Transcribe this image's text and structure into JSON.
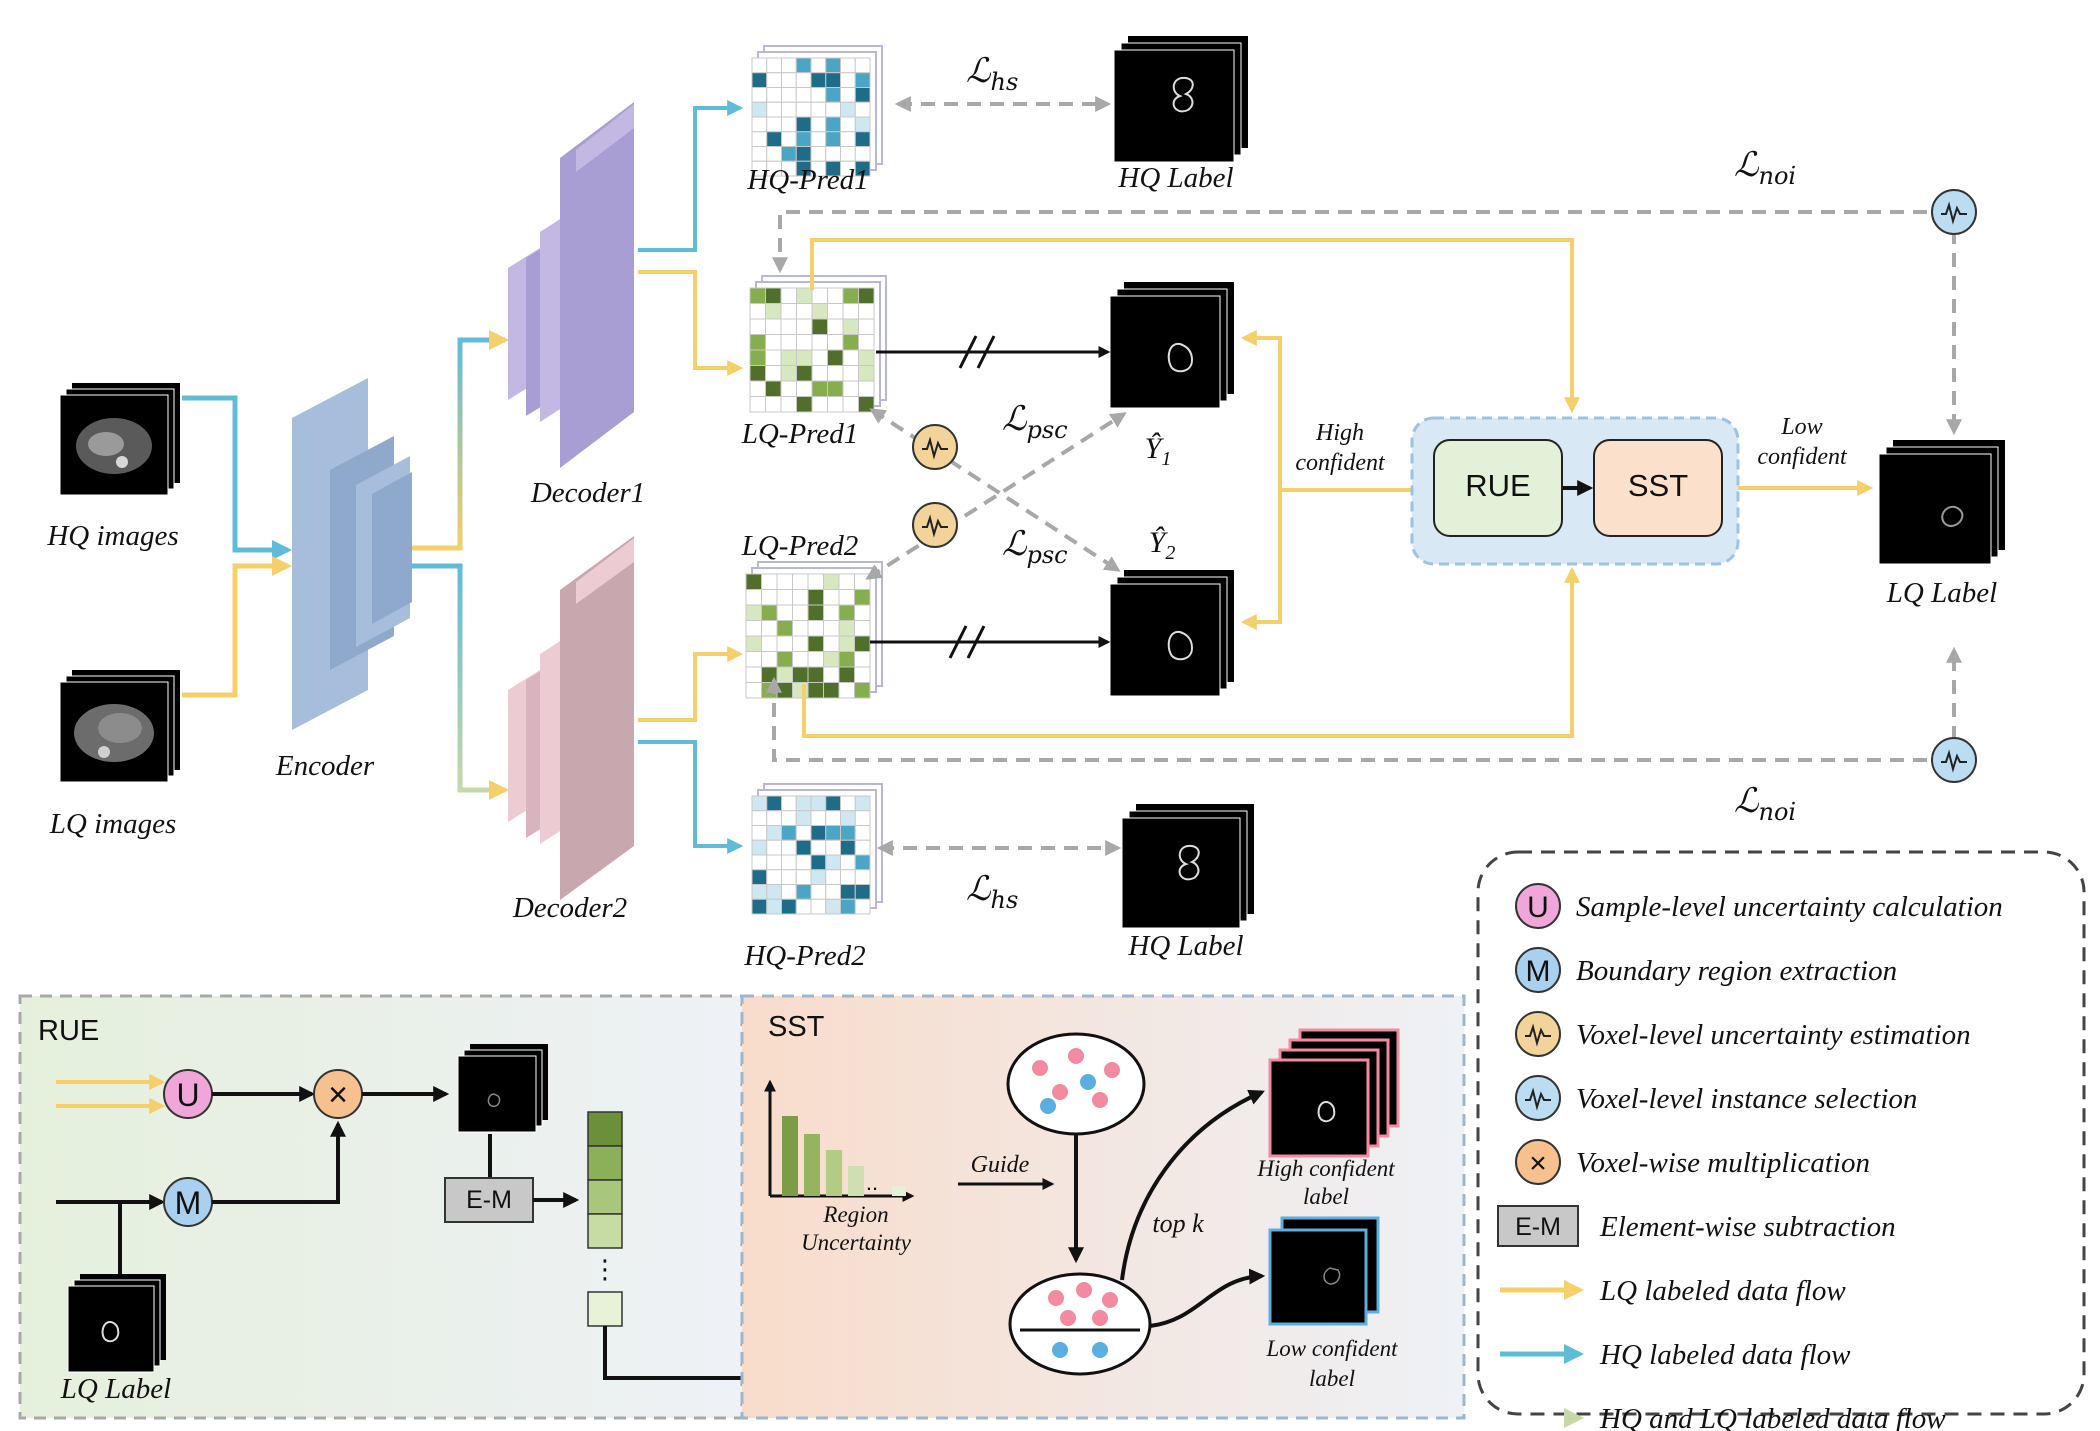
{
  "labels": {
    "hq_images": "HQ images",
    "lq_images": "LQ images",
    "encoder": "Encoder",
    "decoder1": "Decoder1",
    "decoder2": "Decoder2",
    "hq_pred1": "HQ-Pred1",
    "hq_pred2": "HQ-Pred2",
    "lq_pred1": "LQ-Pred1",
    "lq_pred2": "LQ-Pred2",
    "hq_label_top": "HQ Label",
    "hq_label_bottom": "HQ Label",
    "lq_label": "LQ Label",
    "y_hat_1": "Ŷ",
    "y_hat_1_sub": "1",
    "y_hat_2": "Ŷ",
    "y_hat_2_sub": "2",
    "high_confident": [
      "High",
      "confident"
    ],
    "low_confident": [
      "Low",
      "confident"
    ],
    "rue": "RUE",
    "sst": "SST"
  },
  "losses": {
    "hs_top": {
      "sym": "ℒ",
      "sub": "hs"
    },
    "hs_bottom": {
      "sym": "ℒ",
      "sub": "hs"
    },
    "psc_top": {
      "sym": "ℒ",
      "sub": "psc"
    },
    "psc_bottom": {
      "sym": "ℒ",
      "sub": "psc"
    },
    "noi_top": {
      "sym": "ℒ",
      "sub": "noi"
    },
    "noi_bottom": {
      "sym": "ℒ",
      "sub": "noi"
    }
  },
  "rue_panel": {
    "title": "RUE",
    "u_symbol": "U",
    "m_symbol": "M",
    "x_symbol": "×",
    "em_label": "E-M",
    "lq_label": "LQ Label",
    "dots": "⋮"
  },
  "sst_panel": {
    "title": "SST",
    "region_uncertainty": [
      "Region",
      "Uncertainty"
    ],
    "guide": "Guide",
    "top_k": "top k",
    "bar_dots": "..",
    "high_label": [
      "High confident",
      "label"
    ],
    "low_label": [
      "Low confident",
      "label"
    ]
  },
  "legend": {
    "items": [
      {
        "symbol": "U",
        "text": "Sample-level uncertainty calculation"
      },
      {
        "symbol": "M",
        "text": "Boundary region extraction"
      },
      {
        "symbol": "wave",
        "text": "Voxel-level uncertainty estimation"
      },
      {
        "symbol": "wave",
        "text": "Voxel-level instance selection"
      },
      {
        "symbol": "×",
        "text": "Voxel-wise multiplication"
      },
      {
        "symbol": "E-M",
        "text": "Element-wise subtraction"
      },
      {
        "symbol": "arrow",
        "text": "LQ labeled data flow"
      },
      {
        "symbol": "arrow",
        "text": "HQ labeled data flow"
      },
      {
        "symbol": "arrow",
        "text": "HQ and LQ labeled data flow"
      }
    ]
  },
  "colors": {
    "lq_flow": "#f5cf6a",
    "hq_flow": "#5fbcd8",
    "loss_dash": "#a8a8a8",
    "encoder": "#a6bedb",
    "decoder1": "#b3a8d9",
    "decoder2": "#e4bfc8",
    "u_circle": "#f1a6d9",
    "m_circle": "#a9d0ef",
    "x_circle": "#f7c08f",
    "uncert_circle": "#f2d49b",
    "select_circle": "#bcdcf2",
    "rue_box": "#e3f1d8",
    "sst_box": "#fbe0cc",
    "panel_box": "#d9e8f5"
  }
}
